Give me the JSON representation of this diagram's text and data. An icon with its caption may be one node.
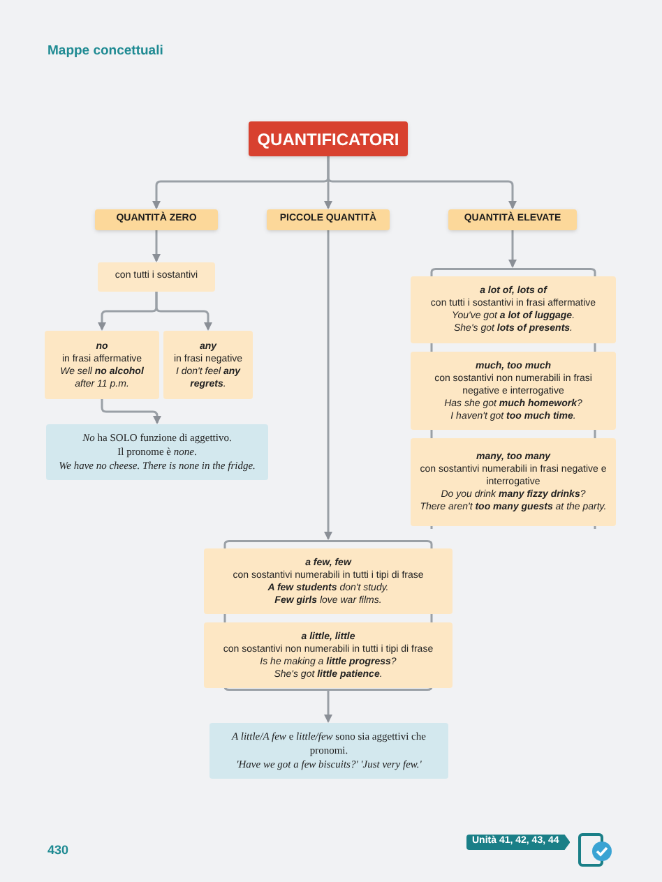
{
  "diagram": {
    "nodes": [
      {
        "text": [
          "QUANTIFICATORI"
        ]
      },
      {
        "text": [
          "QUANTITÀ ZERO"
        ]
      },
      {
        "text": [
          "PICCOLE QUANTITÀ"
        ]
      },
      {
        "text": [
          "QUANTITÀ ELEVATE"
        ]
      },
      {
        "text": [
          "con tutti i sostantivi"
        ]
      },
      {
        "text": [
          "no",
          "in frasi affermative",
          "We sell **no alcohol** after 11 p.m."
        ]
      },
      {
        "text": [
          "any",
          "in frasi negative",
          "I don't feel **any regrets**."
        ]
      },
      {
        "text": [
          "*No* ha SOLO funzione di aggettivo.",
          "Il pronome è *none*.",
          "We have no cheese. There is none in the fridge."
        ]
      },
      {
        "text": [],
        "shape": "box"
      },
      {
        "text": [
          "a lot of, lots of",
          "con tutti i sostantivi in frasi affermative",
          "You've got **a lot of luggage**.",
          "She's got **lots of presents**."
        ],
        "in": 8
      },
      {
        "text": [
          "much, too much",
          "con sostantivi non numerabili in frasi negative e interrogative",
          "Has she got **much homework**?",
          "I haven't got **too much time**."
        ],
        "in": 8
      },
      {
        "text": [
          "many, too many",
          "con sostantivi numerabili in frasi negative e interrogative",
          "Do you drink **many fizzy drinks**?",
          "There aren't **too many guests** at the party."
        ],
        "in": 8
      },
      {
        "text": [],
        "shape": "box"
      },
      {
        "text": [
          "a few, few",
          "con sostantivi numerabili in tutti i tipi di frase",
          "**A few students** don't study.",
          "**Few girls** love war films."
        ],
        "in": 12
      },
      {
        "text": [
          "a little, little",
          "con sostantivi non numerabili in tutti i tipi di frase",
          "Is he making a **little progress**?",
          "She's got **little patience**."
        ],
        "in": 12
      },
      {
        "text": [
          "*A little/A few* e *little/few* sono sia aggettivi che pronomi.",
          "'Have we got a few biscuits?' 'Just very few.'"
        ]
      }
    ],
    "edges": [
      {
        "from": 0,
        "to": 1,
        "arrow": "to"
      },
      {
        "from": 0,
        "to": 2,
        "arrow": "to"
      },
      {
        "from": 0,
        "to": 3,
        "arrow": "to"
      },
      {
        "from": 1,
        "to": 4,
        "arrow": "to"
      },
      {
        "from": 4,
        "to": 5,
        "arrow": "to"
      },
      {
        "from": 4,
        "to": 6,
        "arrow": "to"
      },
      {
        "from": 5,
        "to": 7,
        "arrow": "to"
      },
      {
        "from": 3,
        "to": 8,
        "arrow": "to"
      },
      {
        "from": 2,
        "to": 12,
        "arrow": "to"
      },
      {
        "from": 12,
        "to": 15,
        "arrow": "to"
      }
    ],
    "labels": [
      "Mappe concettuali",
      "430",
      "Unità 41, 42, 43, 44"
    ]
  }
}
